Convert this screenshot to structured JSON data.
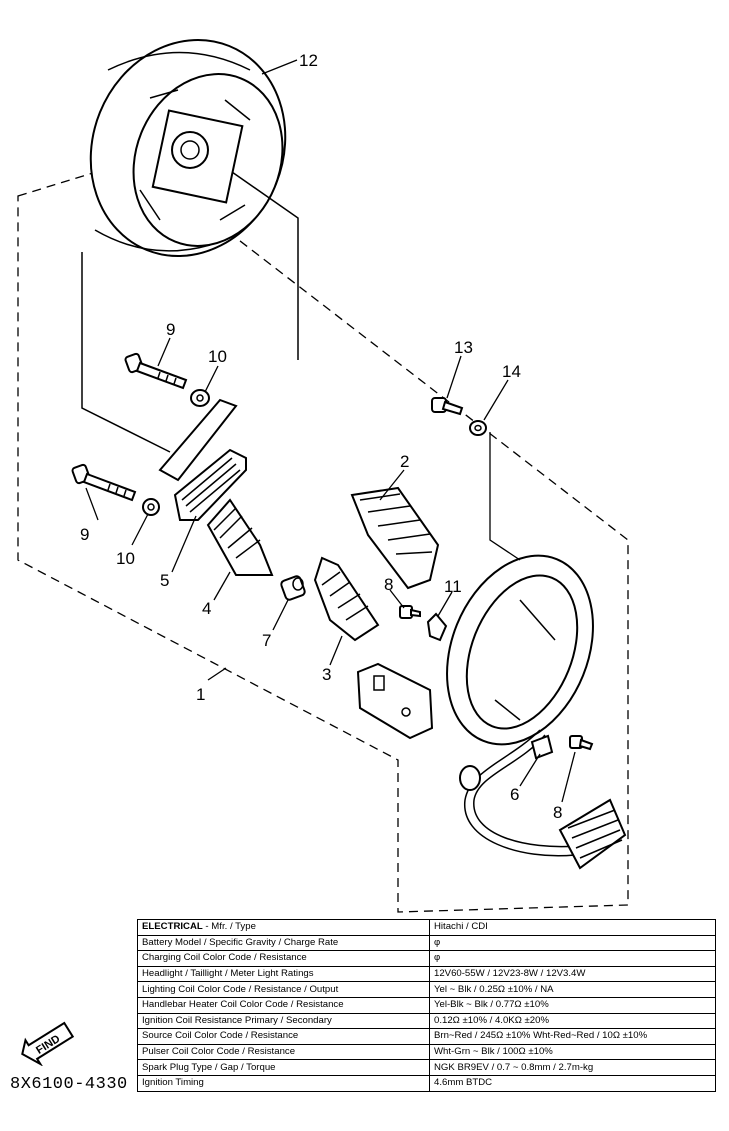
{
  "callouts": {
    "c1": "1",
    "c2": "2",
    "c3": "3",
    "c4": "4",
    "c5": "5",
    "c6": "6",
    "c7": "7",
    "c8a": "8",
    "c8b": "8",
    "c9a": "9",
    "c9b": "9",
    "c10a": "10",
    "c10b": "10",
    "c11": "11",
    "c12": "12",
    "c13": "13",
    "c14": "14"
  },
  "spec_table": {
    "rows": [
      {
        "label_bold": "ELECTRICAL",
        "label": " - Mfr. / Type",
        "value": "Hitachi / CDI"
      },
      {
        "label": "Battery Model / Specific Gravity / Charge Rate",
        "value": "φ"
      },
      {
        "label": "Charging Coil Color Code / Resistance",
        "value": "φ"
      },
      {
        "label": "Headlight / Taillight / Meter Light Ratings",
        "value": "12V60-55W / 12V23-8W / 12V3.4W"
      },
      {
        "label": "Lighting Coil Color Code / Resistance / Output",
        "value": "Yel ~ Blk / 0.25Ω ±10% / NA"
      },
      {
        "label": "Handlebar Heater Coil Color Code / Resistance",
        "value": "Yel-Blk ~ Blk / 0.77Ω ±10%"
      },
      {
        "label": "Ignition Coil Resistance Primary / Secondary",
        "value": "0.12Ω ±10% / 4.0KΩ ±20%"
      },
      {
        "label": "Source Coil Color Code / Resistance",
        "value": "Brn~Red / 245Ω ±10%  Wht-Red~Red / 10Ω ±10%"
      },
      {
        "label": "Pulser Coil Color Code / Resistance",
        "value": "Wht-Grn ~ Blk / 100Ω ±10%"
      },
      {
        "label": "Spark Plug Type / Gap / Torque",
        "value": "NGK BR9EV / 0.7 ~ 0.8mm / 2.7m-kg"
      },
      {
        "label": "Ignition Timing",
        "value": "4.6mm BTDC"
      }
    ]
  },
  "find_badge": "FIND",
  "part_code": "8X6100-4330"
}
